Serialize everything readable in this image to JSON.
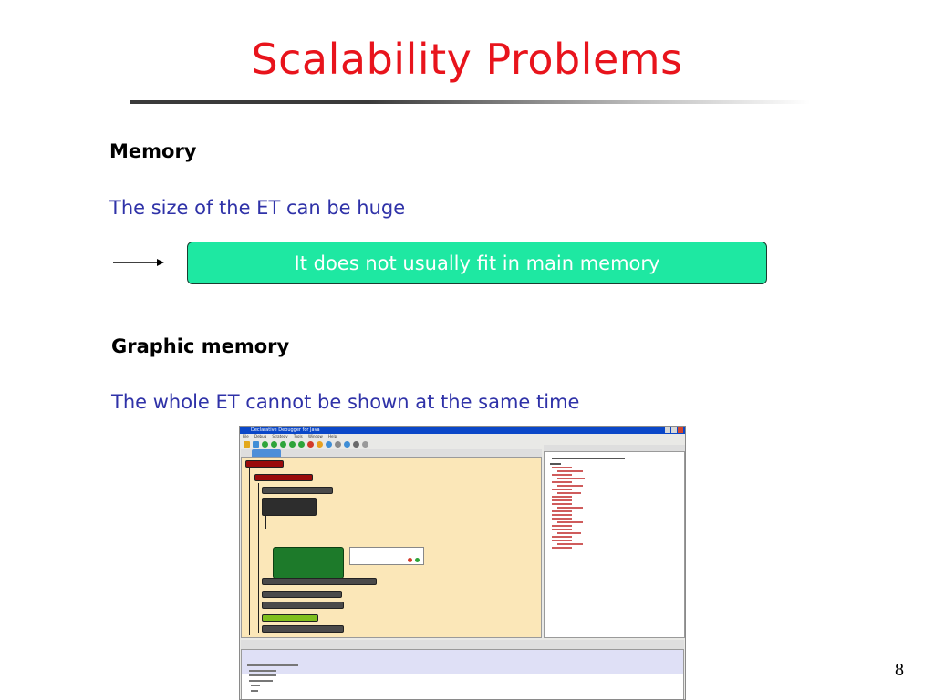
{
  "slide": {
    "title": "Scalability Problems",
    "page_number": "8",
    "colors": {
      "title": "#e8141c",
      "body_text": "#2f32a8",
      "callout_bg": "#1ee8a2"
    }
  },
  "sections": [
    {
      "heading": "Memory",
      "text": "The size of the ET can be huge"
    },
    {
      "heading": "Graphic memory",
      "text": "The whole ET cannot be shown at the same time"
    }
  ],
  "callout": {
    "text": "It does not usually fit in main memory",
    "icon": "right-arrow-icon"
  },
  "screenshot": {
    "window_title": "Declarative Debugger for Java",
    "menu": [
      "File",
      "Debug",
      "Strategy",
      "Tools",
      "Window",
      "Help"
    ]
  }
}
